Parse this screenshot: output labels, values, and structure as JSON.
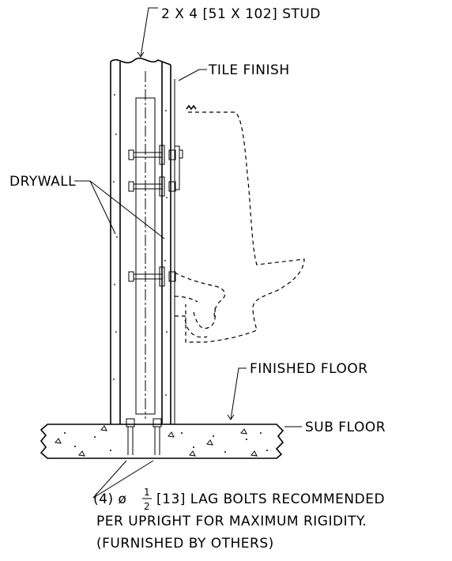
{
  "labels": {
    "stud": "2 X 4 [51 X 102] STUD",
    "tile_finish": "TILE FINISH",
    "drywall": "DRYWALL",
    "finished_floor": "FINISHED FLOOR",
    "sub_floor": "SUB FLOOR",
    "lag_bolts_prefix": "(4) ø",
    "lag_bolts_frac_num": "1",
    "lag_bolts_frac_den": "2",
    "lag_bolts_rest": "[13] LAG BOLTS RECOMMENDED",
    "lag_bolts_line2": "PER UPRIGHT FOR MAXIMUM RIGIDITY.",
    "lag_bolts_line3": "(FURNISHED BY OTHERS)"
  }
}
